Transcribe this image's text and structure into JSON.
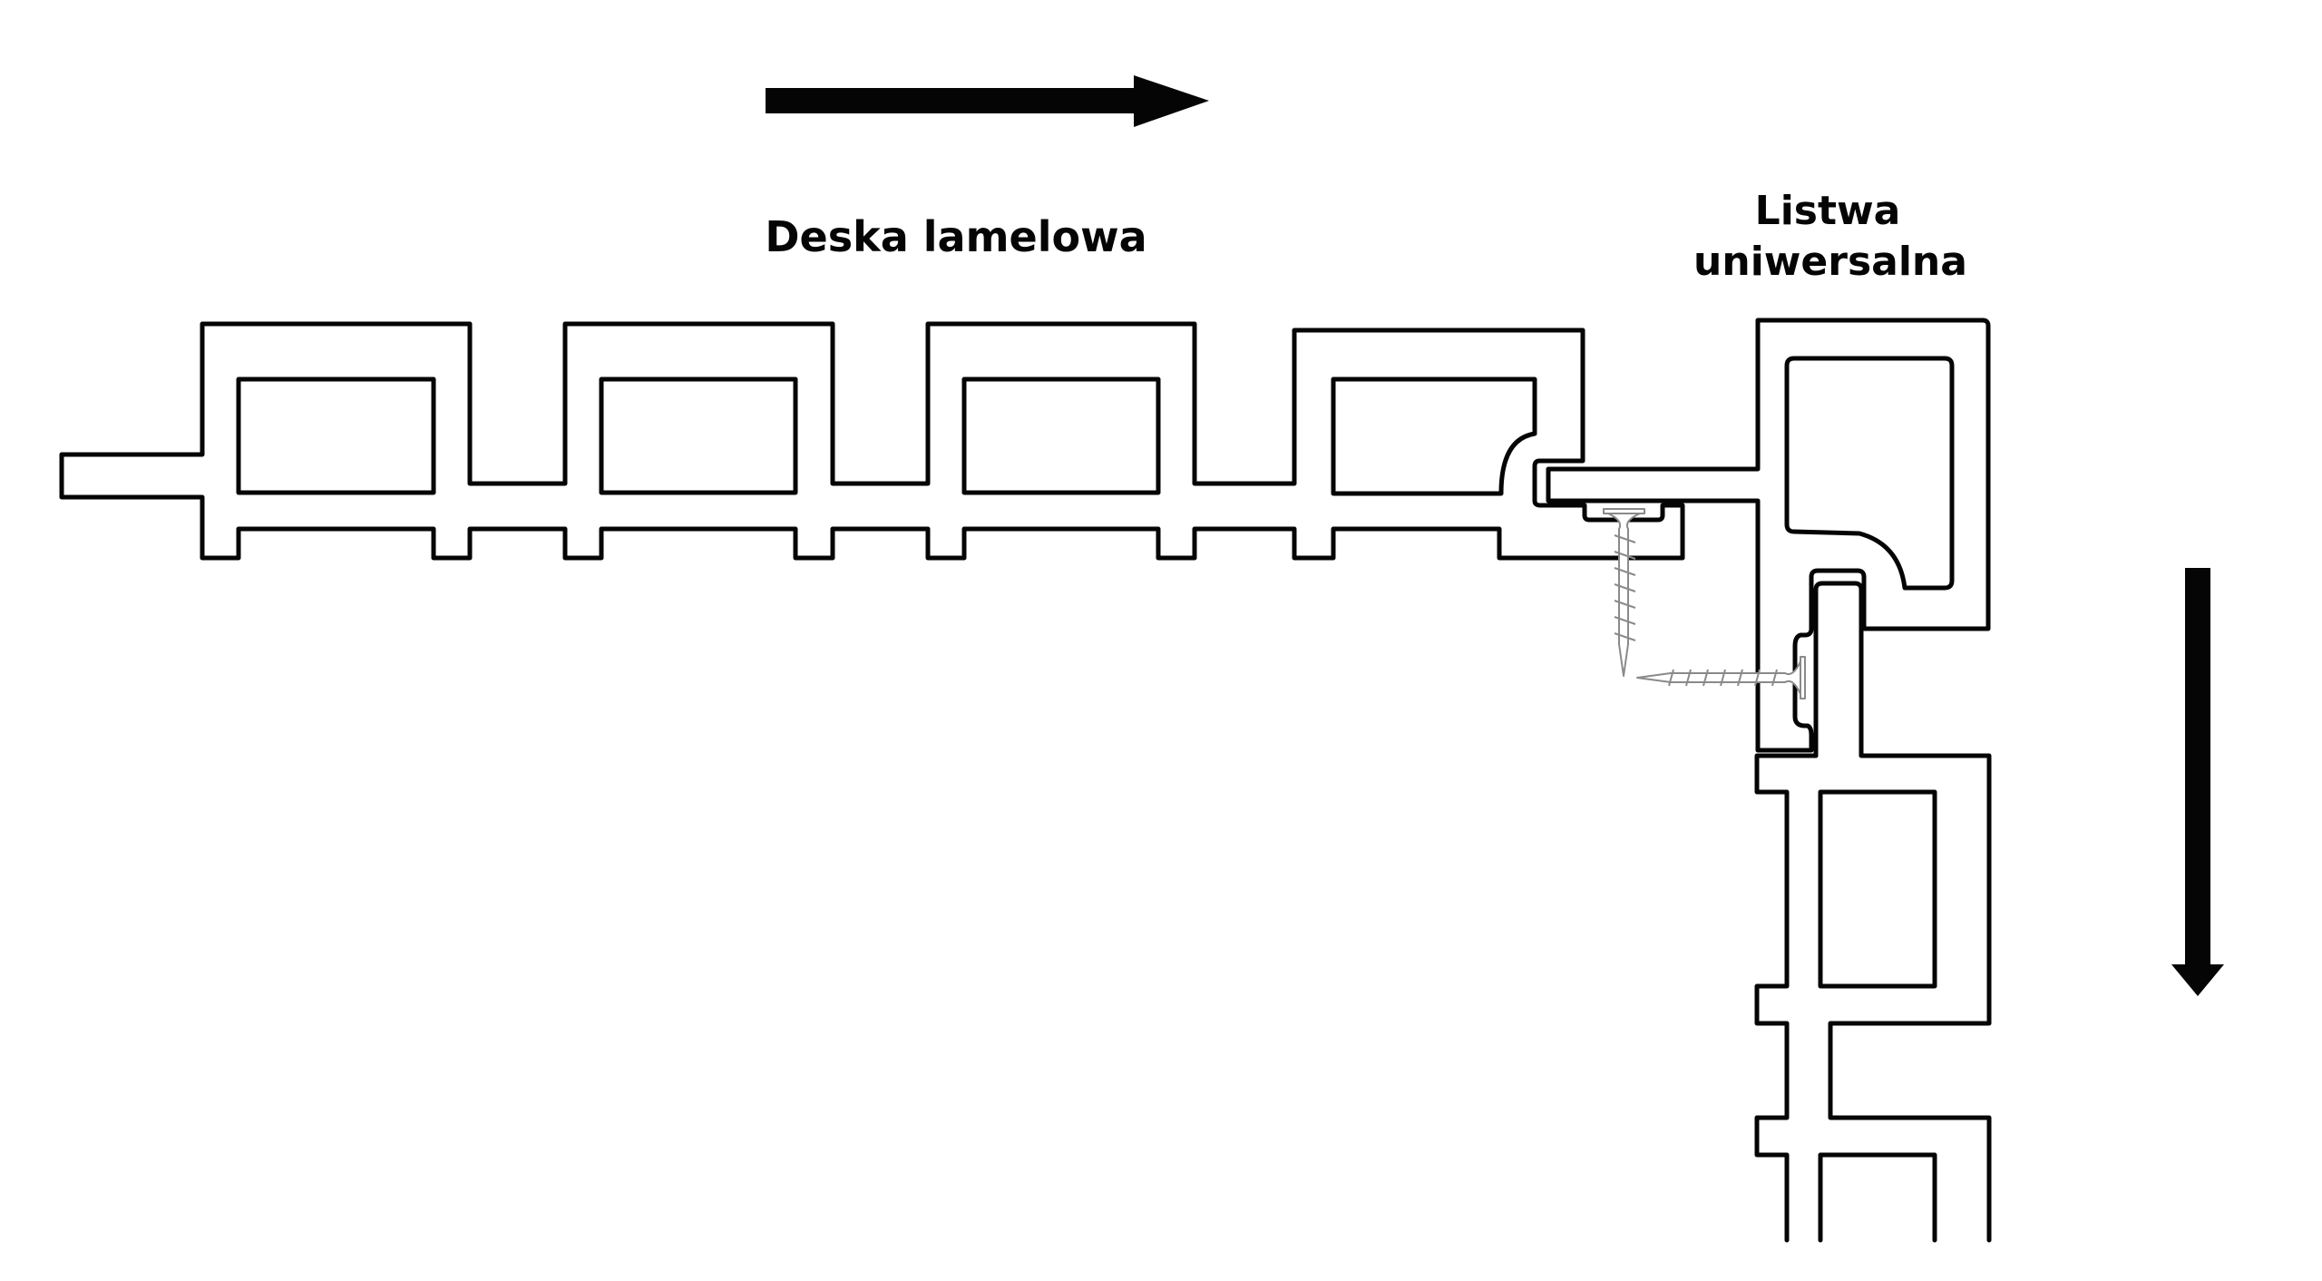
{
  "diagram": {
    "labels": {
      "slat_board": "Deska lamelowa",
      "universal_strip_line1": "Listwa",
      "universal_strip_line2": "uniwersalna"
    },
    "arrows": [
      {
        "name": "direction-right-arrow",
        "direction": "right"
      },
      {
        "name": "direction-down-arrow",
        "direction": "down"
      }
    ],
    "components": {
      "horizontal_board_chambers": 4,
      "vertical_board_chambers_visible": 2,
      "screws": 2
    },
    "colors": {
      "line": "#050505",
      "screw": "#8a8a8a",
      "background": "#ffffff"
    }
  }
}
